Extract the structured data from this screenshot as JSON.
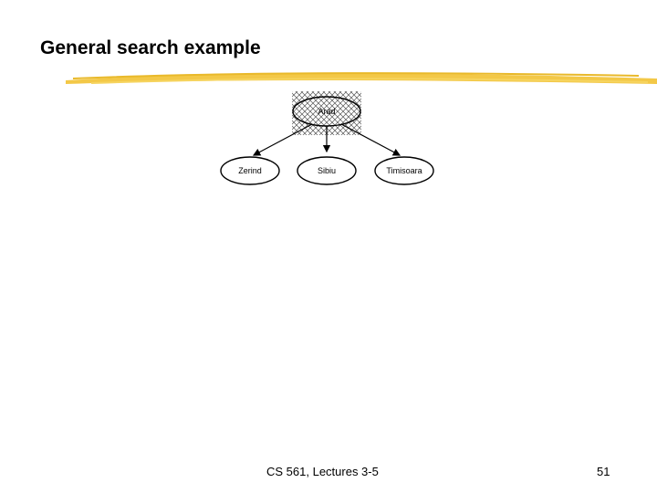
{
  "slide": {
    "title": "General search example",
    "footer": "CS 561,  Lectures 3-5",
    "page_number": "51",
    "accent_color": "#f2c53d"
  },
  "tree": {
    "root": {
      "label": "Arad",
      "state": "expanded"
    },
    "children": [
      {
        "label": "Zerind"
      },
      {
        "label": "Sibiu"
      },
      {
        "label": "Timisoara"
      }
    ]
  }
}
